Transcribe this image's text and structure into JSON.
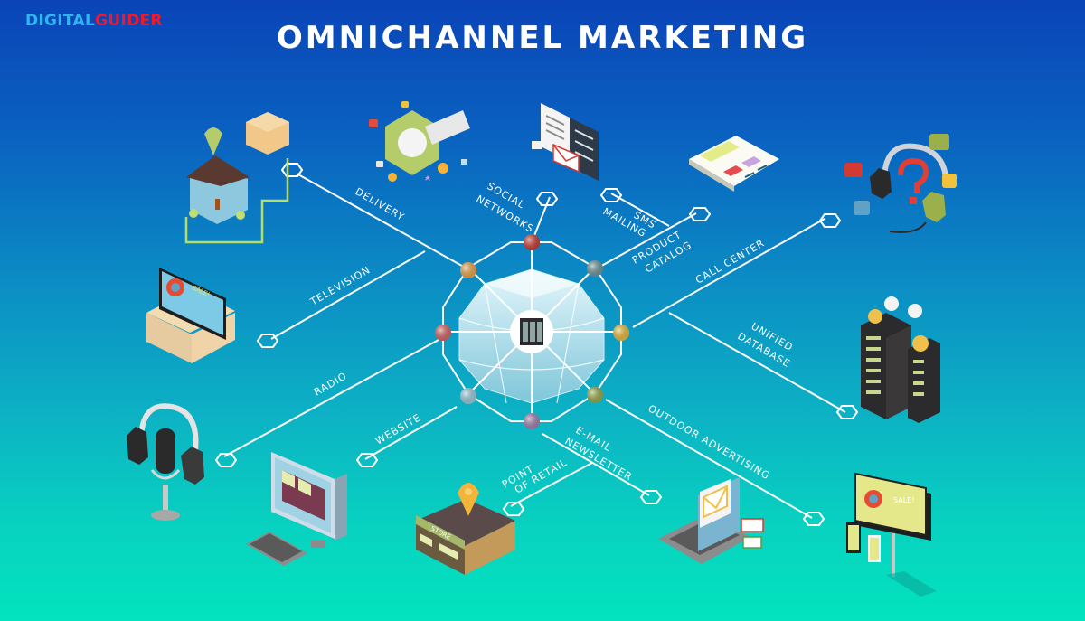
{
  "brand": {
    "part1": "DIGITAL",
    "part2": "GUIDER",
    "color1": "#2fb6f2",
    "color2": "#ee1a2c"
  },
  "title": "OMNICHANNEL MARKETING",
  "hub": {
    "icon": "server-rack-icon",
    "shape": "geodesic-sphere"
  },
  "channels": [
    {
      "id": "delivery",
      "label": "DELIVERY",
      "icon": "house-delivery-icon"
    },
    {
      "id": "social",
      "label1": "SOCIAL",
      "label2": "NETWORKS",
      "icon": "megaphone-icon"
    },
    {
      "id": "sms",
      "label1": "SMS",
      "label2": "MAILING",
      "icon": "sms-mailing-icon"
    },
    {
      "id": "catalog",
      "label1": "PRODUCT",
      "label2": "CATALOG",
      "icon": "catalog-icon"
    },
    {
      "id": "callcenter",
      "label": "CALL CENTER",
      "icon": "headset-icon"
    },
    {
      "id": "database",
      "label1": "UNIFIED",
      "label2": "DATABASE",
      "icon": "database-server-icon"
    },
    {
      "id": "outdoor",
      "label": "OUTDOOR ADVERTISING",
      "icon": "billboard-icon"
    },
    {
      "id": "newsletter",
      "label1": "E-MAIL",
      "label2": "NEWSLETTER",
      "icon": "laptop-email-icon"
    },
    {
      "id": "retail",
      "label1": "POINT",
      "label2": "OF RETAIL",
      "icon": "store-icon"
    },
    {
      "id": "website",
      "label": "WEBSITE",
      "icon": "desktop-website-icon"
    },
    {
      "id": "radio",
      "label": "RADIO",
      "icon": "microphone-icon"
    },
    {
      "id": "television",
      "label": "TELEVISION",
      "icon": "tv-icon"
    }
  ],
  "tv_text": "SALE!",
  "store_sign": "STORE",
  "node_colors": [
    "#d23a32",
    "#6e9ba0",
    "#f3c23c",
    "#9bb04a",
    "#a784b4",
    "#9fd2e4",
    "#e06468",
    "#f4a94a"
  ]
}
